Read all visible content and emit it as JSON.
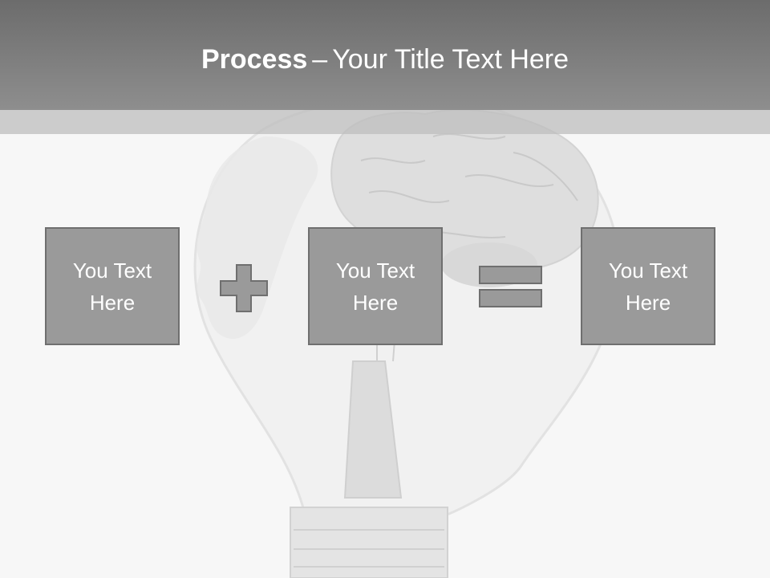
{
  "slide": {
    "title_bold": "Process",
    "title_dash": "–",
    "title_rest": "Your Title Text Here"
  },
  "boxes": [
    {
      "text": "You Text Here"
    },
    {
      "text": "You Text Here"
    },
    {
      "text": "You Text Here"
    }
  ],
  "operators": [
    "plus-icon",
    "equals-icon"
  ],
  "colors": {
    "header": "#7a7a7a",
    "box_fill": "#9a9a9a",
    "box_border": "#6f6f6f",
    "text": "#ffffff"
  }
}
